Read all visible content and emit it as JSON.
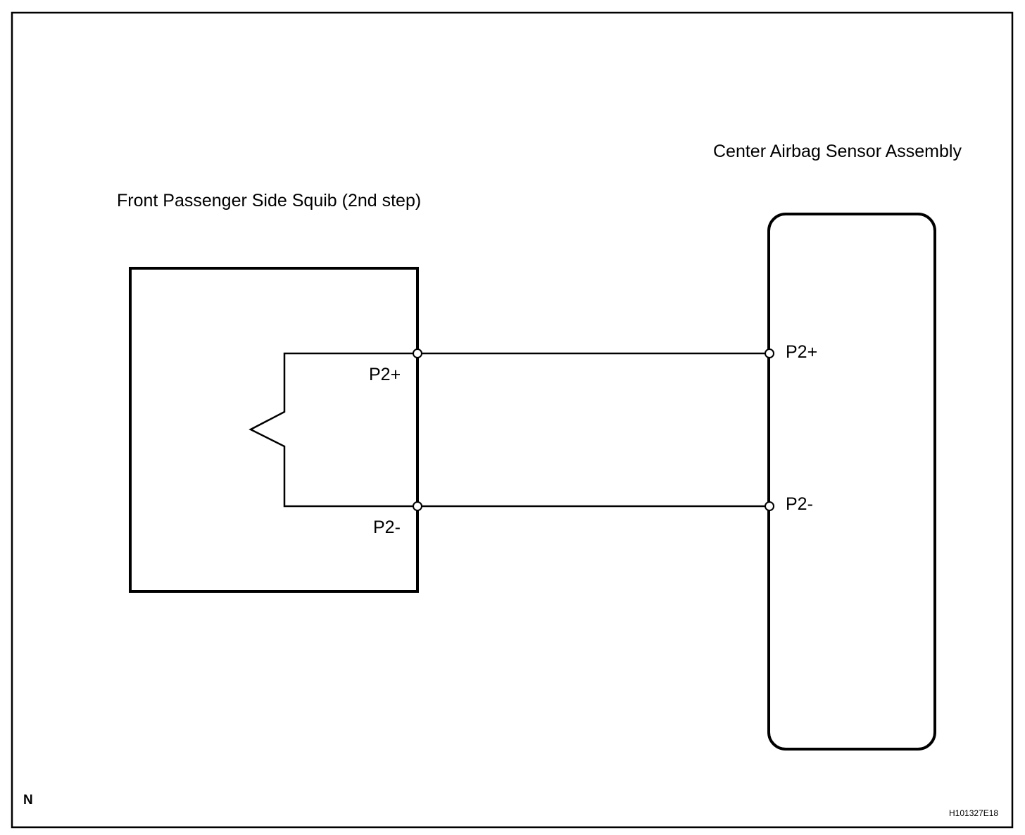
{
  "colors": {
    "line": "#000000",
    "background": "#ffffff"
  },
  "components": {
    "squib": {
      "title": "Front Passenger Side Squib (2nd step)",
      "pin_plus": "P2+",
      "pin_minus": "P2-"
    },
    "sensor": {
      "title": "Center Airbag Sensor Assembly",
      "pin_plus": "P2+",
      "pin_minus": "P2-"
    }
  },
  "corner_mark": "N",
  "figure_code": "H101327E18"
}
